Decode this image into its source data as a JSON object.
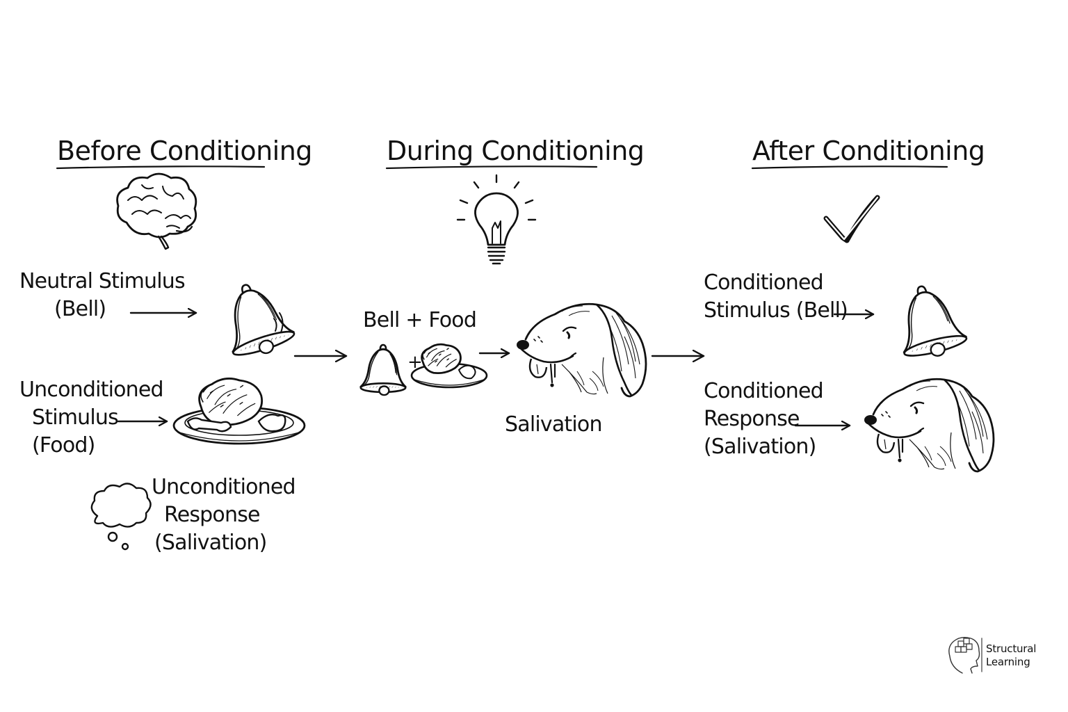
{
  "sections": {
    "before": {
      "title": "Before Conditioning",
      "neutral_stimulus": {
        "line1": "Neutral Stimulus",
        "line2": "(Bell)"
      },
      "unconditioned_stimulus": {
        "line1": "Unconditioned",
        "line2": "Stimulus",
        "line3": "(Food)"
      },
      "unconditioned_response": {
        "line1": "Unconditioned",
        "line2": "Response",
        "line3": "(Salivation)"
      }
    },
    "during": {
      "title": "During Conditioning",
      "pairing": "Bell + Food",
      "plus": "+",
      "response": "Salivation"
    },
    "after": {
      "title": "After Conditioning",
      "conditioned_stimulus": {
        "line1": "Conditioned",
        "line2": "Stimulus (Bell)"
      },
      "conditioned_response": {
        "line1": "Conditioned",
        "line2": "Response",
        "line3": "(Salivation)"
      }
    }
  },
  "icons": [
    "brain-icon",
    "lightbulb-icon",
    "checkmark-icon",
    "bell-icon",
    "food-plate-icon",
    "dog-icon",
    "thought-cloud-icon",
    "arrow-icon"
  ],
  "logo": {
    "line1": "Structural",
    "line2": "Learning"
  },
  "colors": {
    "ink": "#111111",
    "background": "#ffffff"
  }
}
